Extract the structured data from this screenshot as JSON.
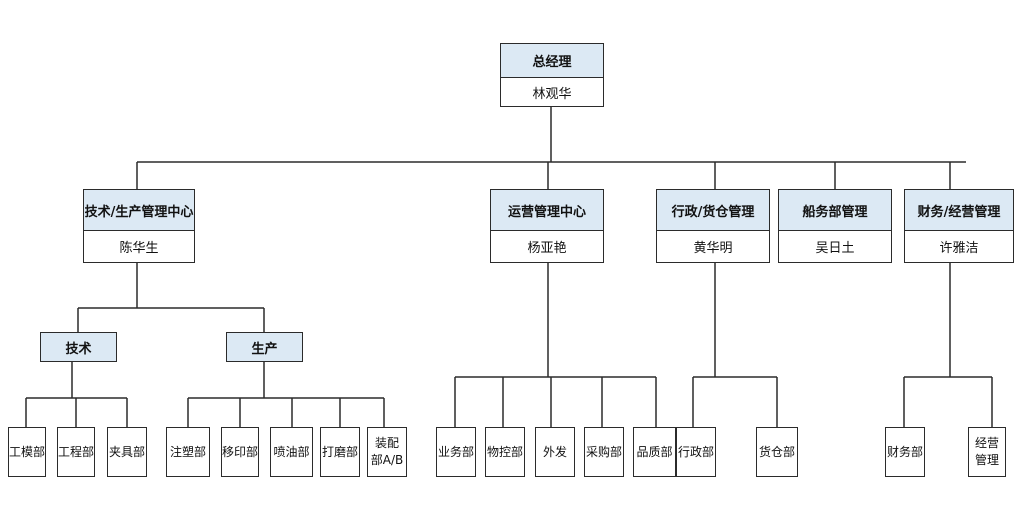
{
  "top": {
    "title": "总经理",
    "name": "林观华"
  },
  "centers": [
    {
      "title": "技术/生产管理中心",
      "name": "陈华生"
    },
    {
      "title": "运营管理中心",
      "name": "杨亚艳"
    },
    {
      "title": "行政/货仓管理",
      "name": "黄华明"
    },
    {
      "title": "船务部管理",
      "name": "吴日土"
    },
    {
      "title": "财务/经营管理",
      "name": "许雅洁"
    }
  ],
  "groups": [
    {
      "title": "技术",
      "depts": [
        "工模部",
        "工程部",
        "夹具部"
      ]
    },
    {
      "title": "生产",
      "depts": [
        "注塑部",
        "移印部",
        "喷油部",
        "打磨部",
        "装配\n部A/B"
      ]
    }
  ],
  "center_depts": [
    [
      "业务部",
      "物控部",
      "外发",
      "采购部",
      "品质部"
    ],
    [
      "行政部",
      "货仓部"
    ],
    [
      "财务部",
      "经营\n管理"
    ]
  ]
}
